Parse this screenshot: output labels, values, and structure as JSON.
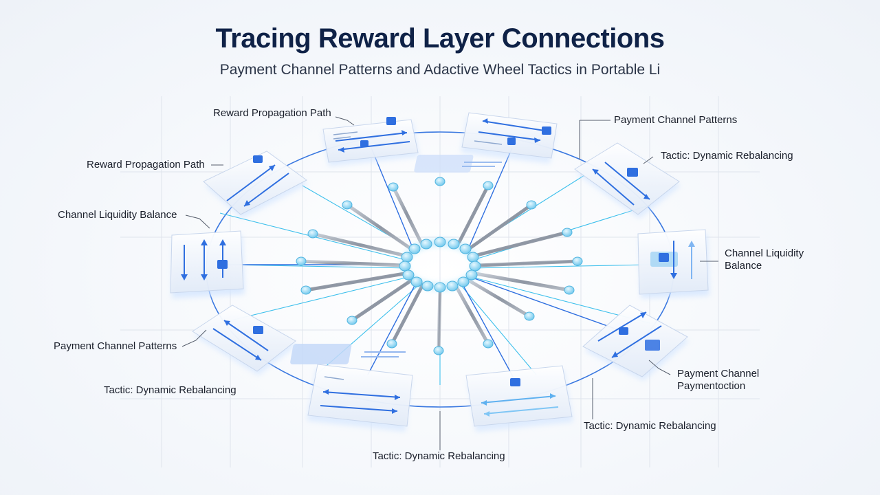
{
  "header": {
    "title": "Tracing Reward Layer Connections",
    "subtitle": "Payment Channel Patterns and Adactive Wheel Tactics in Portable Li"
  },
  "labels": {
    "reward_path_top": "Reward Propagation Path",
    "reward_path_left": "Reward Propagation Path",
    "liquidity_left": "Channel Liquidity Balance",
    "patterns_left": "Payment Channel Patterns",
    "tactic_left": "Tactic: Dynamic Rebalancing",
    "tactic_bottom": "Tactic: Dynamic Rebalancing",
    "tactic_bottom_right": "Tactic: Dynamic Rebalancing",
    "patterns_top_right": "Payment Channel Patterns",
    "tactic_top_right": "Tactic: Dynamic Rebalancing",
    "liquidity_right_1": "Channel Liquidity",
    "liquidity_right_2": "Balance",
    "payment_right_1": "Payment Channel",
    "payment_right_2": "Paymentoction"
  },
  "colors": {
    "accent": "#2f6fe0",
    "spoke": "#8e96a3",
    "node": "#7fd0f0",
    "ring": "#3a78e0",
    "title": "#0f2247"
  },
  "icons": {
    "lock": "lock-icon",
    "arrow": "double-arrow-icon"
  }
}
